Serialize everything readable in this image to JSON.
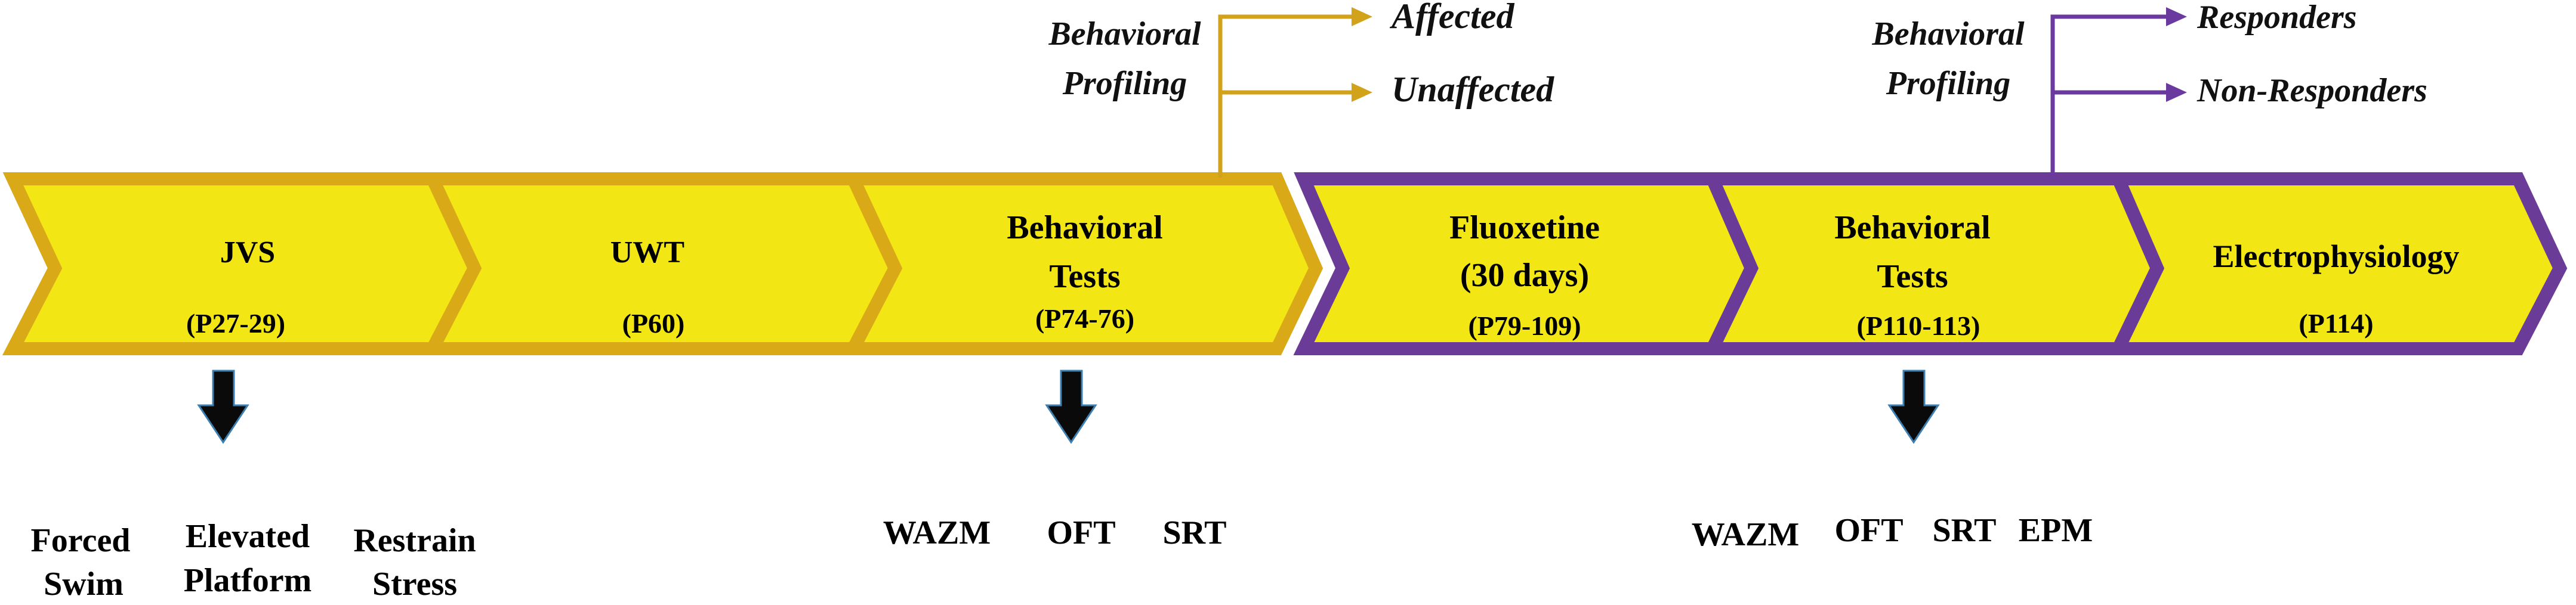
{
  "colors": {
    "fill": "#f2e614",
    "gold_border": "#d9a918",
    "purple_border": "#6a3c98",
    "gold_arrow": "#d3a21b",
    "purple_arrow": "#6b3a9e",
    "down_arrow": "#0a0a0a",
    "down_arrow_edge": "#3d7fb0"
  },
  "stages": [
    {
      "name_lines": [
        "JVS"
      ],
      "period": "(P27-29)",
      "border": "gold"
    },
    {
      "name_lines": [
        "UWT"
      ],
      "period": "(P60)",
      "border": "gold"
    },
    {
      "name_lines": [
        "Behavioral",
        "Tests"
      ],
      "period": "(P74-76)",
      "border": "gold"
    },
    {
      "name_lines": [
        "Fluoxetine",
        "(30 days)"
      ],
      "period": "(P79-109)",
      "border": "purple"
    },
    {
      "name_lines": [
        "Behavioral",
        "Tests"
      ],
      "period": "(P110-113)",
      "border": "purple"
    },
    {
      "name_lines": [
        "Electrophysiology"
      ],
      "period": "(P114)",
      "border": "purple"
    }
  ],
  "profiling": [
    {
      "label_lines": [
        "Behavioral",
        "Profiling"
      ],
      "outcomes": [
        "Affected",
        "Unaffected"
      ],
      "color": "gold"
    },
    {
      "label_lines": [
        "Behavioral",
        "Profiling"
      ],
      "outcomes": [
        "Responders",
        "Non-Responders"
      ],
      "color": "purple"
    }
  ],
  "test_groups": [
    {
      "items": [
        [
          "Forced",
          "Swim"
        ],
        [
          "Elevated",
          "Platform"
        ],
        [
          "Restrain",
          "Stress"
        ]
      ]
    },
    {
      "items": [
        [
          "WAZM"
        ],
        [
          "OFT"
        ],
        [
          "SRT"
        ]
      ]
    },
    {
      "items": [
        [
          "WAZM"
        ],
        [
          "OFT"
        ],
        [
          "SRT"
        ],
        [
          "EPM"
        ]
      ]
    }
  ]
}
